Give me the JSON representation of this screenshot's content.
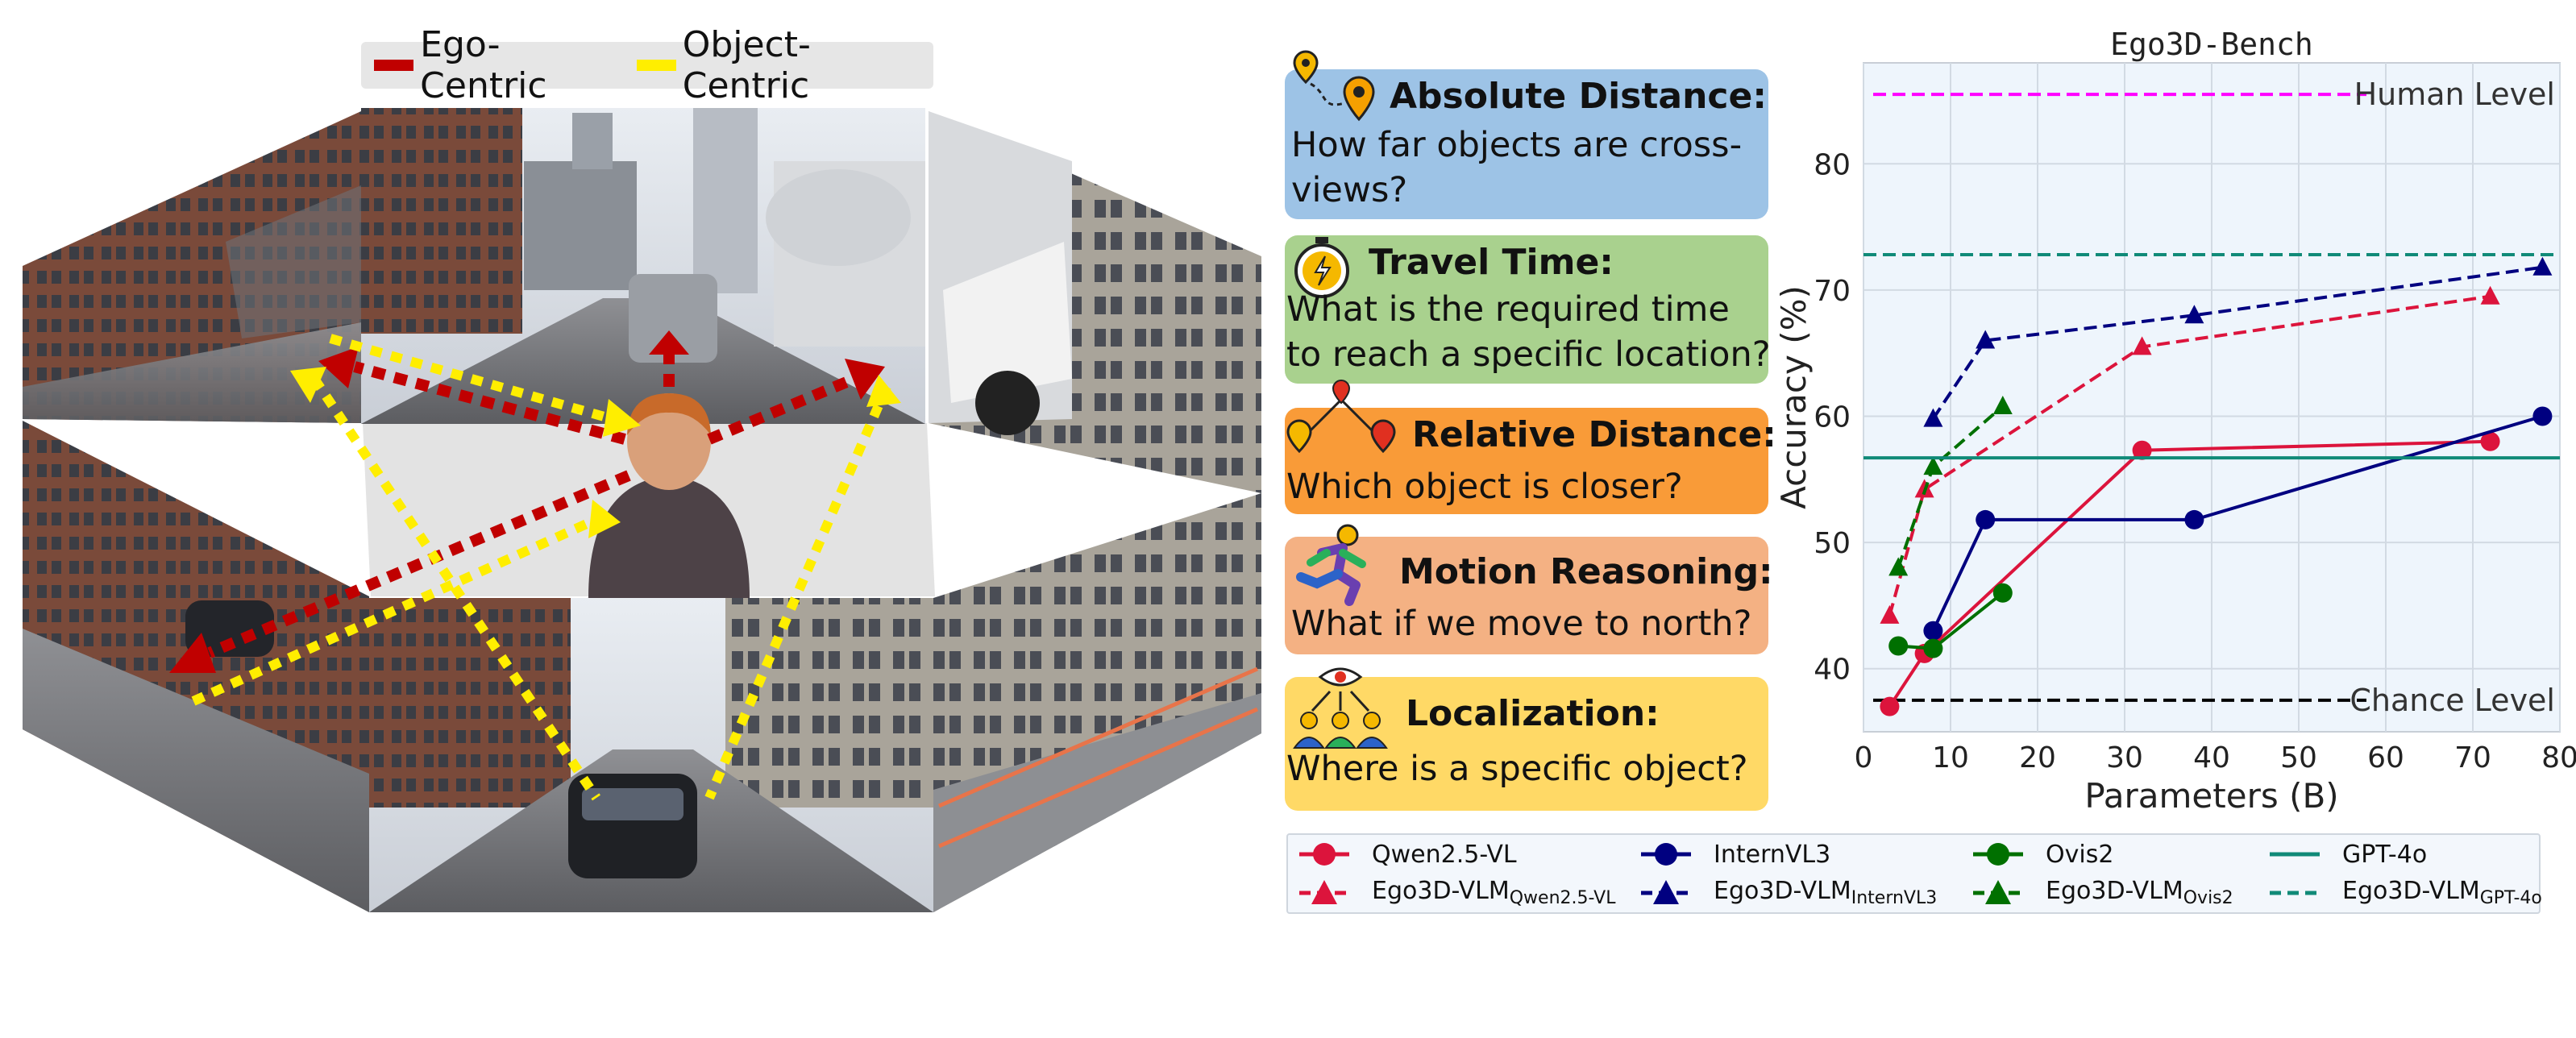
{
  "scene_legend": {
    "ego_label": "Ego-Centric",
    "object_label": "Object-Centric",
    "ego_color": "#c00000",
    "object_color": "#ffee00"
  },
  "question_cards": [
    {
      "id": "absolute-distance",
      "icon": "map-pin-route-icon",
      "title": "Absolute Distance:",
      "line1": " How far objects are cross-",
      "line2": "views?",
      "color": "#9dc3e6"
    },
    {
      "id": "travel-time",
      "icon": "stopwatch-icon",
      "title": "Travel Time:",
      "line1": "What is the required time",
      "line2": "to reach a specific location?",
      "color": "#a9d18e"
    },
    {
      "id": "relative-distance",
      "icon": "map-pins-triangle-icon",
      "title": "Relative Distance:",
      "line1": "Which object is closer?",
      "line2": "",
      "color": "#f99b38"
    },
    {
      "id": "motion-reasoning",
      "icon": "running-person-icon",
      "title": "Motion Reasoning:",
      "line1": " What if we move to north?",
      "line2": "",
      "color": "#f4b183"
    },
    {
      "id": "localization",
      "icon": "eye-people-icon",
      "title": "Localization:",
      "line1": "Where is a specific object?",
      "line2": "",
      "color": "#ffd966"
    }
  ],
  "chart_data": {
    "type": "line",
    "title": "Ego3D-Bench",
    "xlabel": "Parameters (B)",
    "ylabel": "Accuracy (%)",
    "xlim": [
      0,
      80
    ],
    "ylim": [
      35,
      88
    ],
    "xticks": [
      "0",
      "10",
      "20",
      "30",
      "40",
      "50",
      "60",
      "70",
      "80"
    ],
    "yticks": [
      "40",
      "50",
      "60",
      "70",
      "80"
    ],
    "grid": true,
    "reference_lines": [
      {
        "name": "Human Level",
        "y": 85.5,
        "color": "#ff00ff"
      },
      {
        "name": "Chance Level",
        "y": 37.5,
        "color": "#000000"
      }
    ],
    "series": [
      {
        "name": "Qwen2.5-VL",
        "color": "#dc143c",
        "marker": "circle",
        "dash": false,
        "x": [
          3,
          7,
          32,
          72
        ],
        "y": [
          37,
          41.2,
          57.3,
          58
        ]
      },
      {
        "name": "Ego3D-VLM",
        "subscript": "Qwen2.5-VL",
        "color": "#dc143c",
        "marker": "triangle",
        "dash": true,
        "x": [
          3,
          7,
          32,
          72
        ],
        "y": [
          44.2,
          54.2,
          65.5,
          69.5
        ]
      },
      {
        "name": "InternVL3",
        "color": "#000080",
        "marker": "circle",
        "dash": false,
        "x": [
          8,
          14,
          38,
          78
        ],
        "y": [
          43,
          51.8,
          51.8,
          60
        ]
      },
      {
        "name": "Ego3D-VLM",
        "subscript": "InternVL3",
        "color": "#000080",
        "marker": "triangle",
        "dash": true,
        "x": [
          8,
          14,
          38,
          78
        ],
        "y": [
          59.8,
          66,
          68,
          71.8
        ]
      },
      {
        "name": "Ovis2",
        "color": "#007000",
        "marker": "circle",
        "dash": false,
        "x": [
          4,
          8,
          16
        ],
        "y": [
          41.8,
          41.6,
          46
        ]
      },
      {
        "name": "Ego3D-VLM",
        "subscript": "Ovis2",
        "color": "#007000",
        "marker": "triangle",
        "dash": true,
        "x": [
          4,
          8,
          16
        ],
        "y": [
          48,
          56,
          60.8
        ]
      },
      {
        "name": "GPT-4o",
        "color": "#108a78",
        "marker": "hline",
        "dash": false,
        "y_const": 56.7
      },
      {
        "name": "Ego3D-VLM",
        "subscript": "GPT-4o",
        "color": "#108a78",
        "marker": "hline",
        "dash": true,
        "y_const": 72.8
      }
    ]
  }
}
